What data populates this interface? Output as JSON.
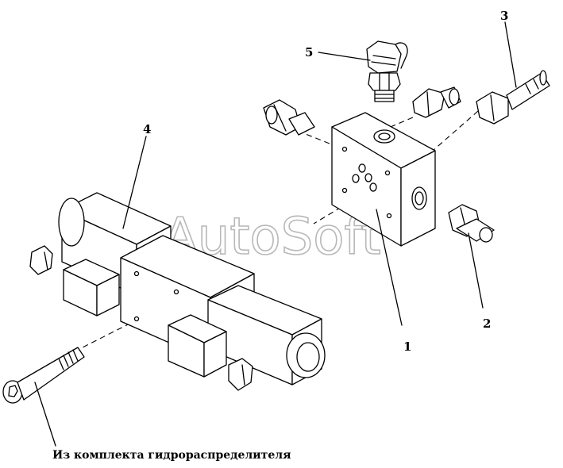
{
  "callouts": {
    "c1": "1",
    "c2": "2",
    "c3": "3",
    "c4": "4",
    "c5": "5"
  },
  "caption": "Из комплекта гидрораспределителя",
  "watermark": "AutoSoft"
}
